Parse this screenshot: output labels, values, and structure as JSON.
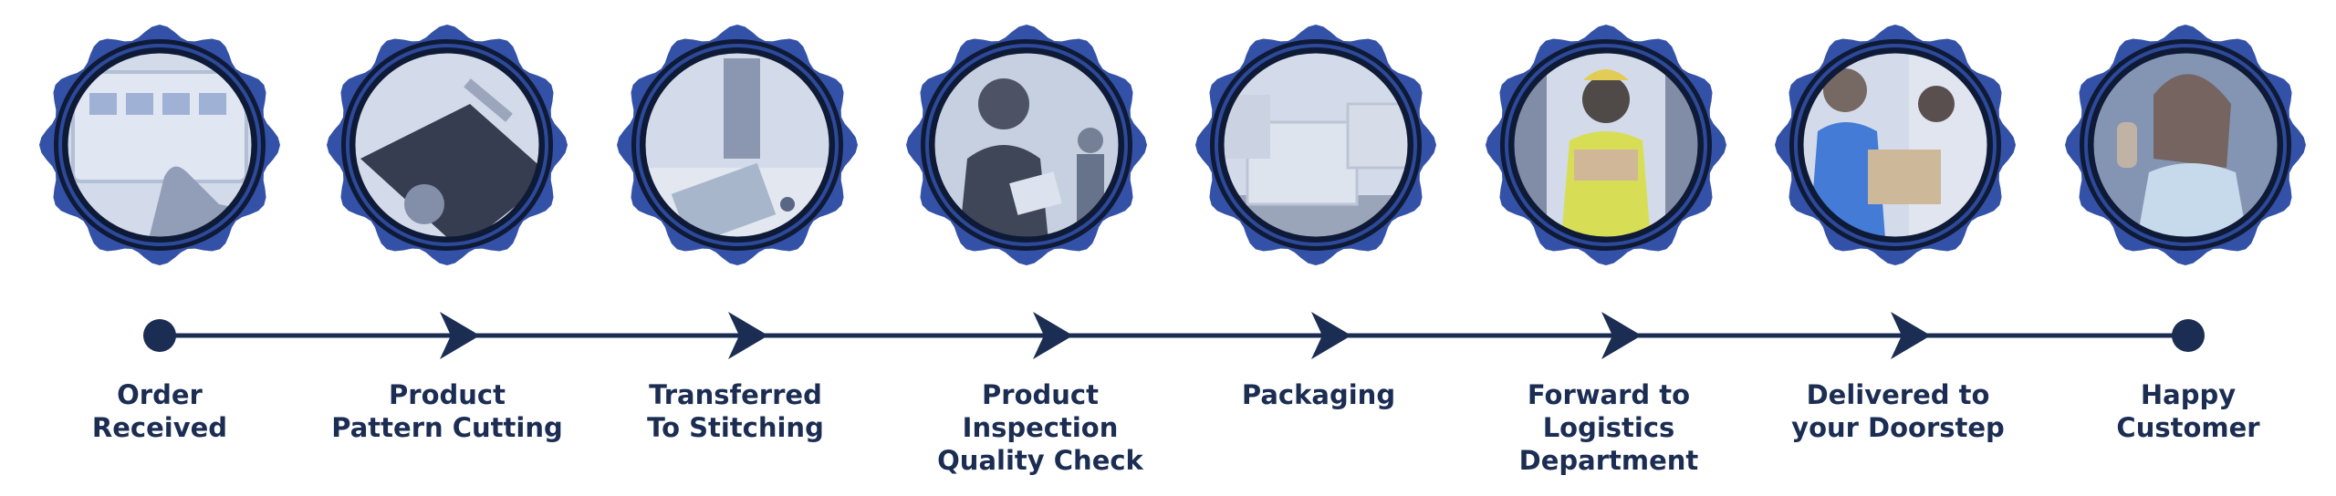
{
  "colors": {
    "navy": "#1b2d52",
    "badge_blue": "#3451a8",
    "badge_dark": "#0e1a36",
    "photo_tint": "#9fb3d6"
  },
  "steps": [
    {
      "label_lines": [
        "Order",
        "Received"
      ],
      "icon": "hand-touchscreen-photo"
    },
    {
      "label_lines": [
        "Product",
        "Pattern Cutting"
      ],
      "icon": "fabric-cutting-photo"
    },
    {
      "label_lines": [
        "Transferred",
        "To Stitching"
      ],
      "icon": "sewing-machine-photo"
    },
    {
      "label_lines": [
        "Product",
        "Inspection",
        "Quality Check"
      ],
      "icon": "inspector-clipboard-photo"
    },
    {
      "label_lines": [
        "Packaging"
      ],
      "icon": "boxes-conveyor-photo"
    },
    {
      "label_lines": [
        "Forward to",
        "Logistics",
        "Department"
      ],
      "icon": "warehouse-worker-photo"
    },
    {
      "label_lines": [
        "Delivered to",
        "your Doorstep"
      ],
      "icon": "courier-delivery-photo"
    },
    {
      "label_lines": [
        "Happy",
        "Customer"
      ],
      "icon": "happy-customer-photo"
    }
  ]
}
